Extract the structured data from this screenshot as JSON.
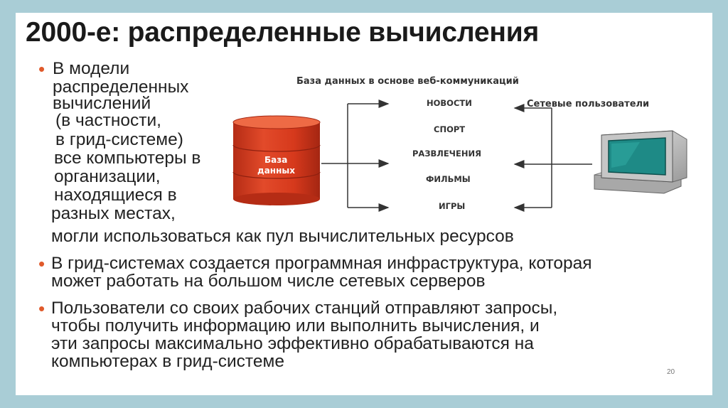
{
  "slide": {
    "title": "2000-е: распределенные вычисления",
    "bullet1": {
      "lines": [
        "В модели",
        "распределенных",
        "вычислений",
        "(в частности,",
        "в грид-системе)",
        "все компьютеры в",
        "организации,",
        "находящиеся в",
        "разных местах,",
        "могли использоваться как пул вычислительных ресурсов"
      ]
    },
    "bullet2": {
      "lines": [
        "В грид-системах создается программная инфраструктура,  которая",
        "может работать на большом числе сетевых серверов"
      ]
    },
    "bullet3": {
      "lines": [
        "Пользователи со своих рабочих станций отправляют  запросы,",
        "чтобы получить информацию или выполнить вычисления, и",
        "эти запросы максимально эффективно  обрабатываются на",
        "компьютерах в грид-системе"
      ]
    },
    "page_number": "20"
  },
  "diagram": {
    "caption": "База данных в основе веб-коммуникаций",
    "users_label": "Сетевые пользователи",
    "database_label_line1": "База",
    "database_label_line2": "данных",
    "categories": [
      "НОВОСТИ",
      "СПОРТ",
      "РАЗВЛЕЧЕНИЯ",
      "ФИЛЬМЫ",
      "ИГРЫ"
    ],
    "colors": {
      "database": "#d93a1e",
      "bullet": "#e05a2b",
      "monitor_screen": "#1e8a86"
    }
  }
}
